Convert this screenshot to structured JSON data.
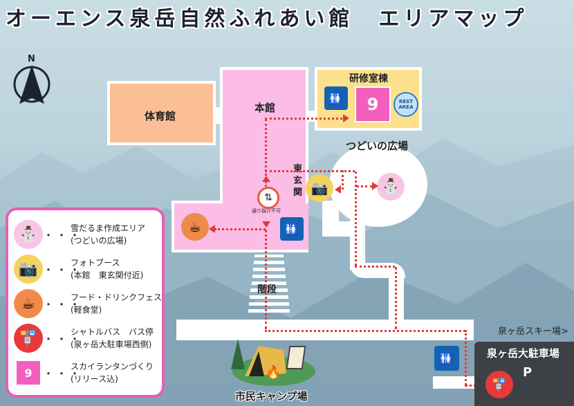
{
  "header": {
    "title": "オーエンス泉岳自然ふれあい館　エリアマップ"
  },
  "compass": {
    "label": "N"
  },
  "buildings": {
    "gym": "体育館",
    "main": "本館",
    "training": "研修室棟",
    "east_entrance": "東玄関",
    "plaza": "つどいの広場",
    "stairs": "階段",
    "camp": "市民キャンプ場",
    "parking": "泉ヶ岳大駐車場",
    "parking_symbol": "P",
    "ski": "泉ヶ岳スキー場>"
  },
  "signs": {
    "no_pass": "通り抜け不可",
    "lantern_number": "9",
    "rest_area_line1": "REST",
    "rest_area_line2": "AREA"
  },
  "legend": {
    "items": [
      {
        "icon": "snowman-icon",
        "title": "雪だるま作成エリア",
        "sub": "(つどいの広場)"
      },
      {
        "icon": "camera-icon",
        "title": "フォトブース",
        "sub": "(本館　東玄関付近)"
      },
      {
        "icon": "hot-drink-icon",
        "title": "フード・ドリンクフェス",
        "sub": "(軽食堂)"
      },
      {
        "icon": "bus-stop-icon",
        "title": "シャトルバス　バス停",
        "sub": "(泉ヶ岳大駐車場西側)"
      },
      {
        "icon": "lantern-9-icon",
        "title": "スカイランタンづくり",
        "sub": "(リリース込)",
        "badge": "9"
      }
    ],
    "separator": "・・・"
  },
  "colors": {
    "main_building": "#fbbde6",
    "gym": "#fbbf95",
    "training": "#fde08c",
    "route": "#e03a3a",
    "legend_border": "#e85fb5",
    "parking_bg": "#3d4146",
    "restroom": "#1463b3",
    "lantern": "#f45fbd"
  }
}
